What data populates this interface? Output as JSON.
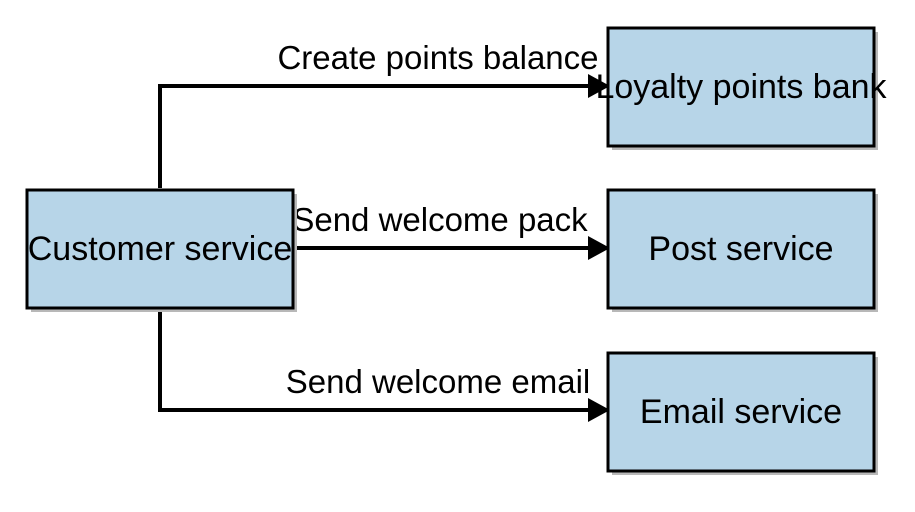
{
  "nodes": {
    "customer": "Customer service",
    "loyalty": "Loyalty points bank",
    "post": "Post service",
    "email": "Email service"
  },
  "edges": {
    "loyalty": "Create points balance",
    "post": "Send welcome pack",
    "email": "Send welcome email"
  },
  "colors": {
    "box_fill": "#b7d5e8",
    "stroke": "#000000"
  }
}
